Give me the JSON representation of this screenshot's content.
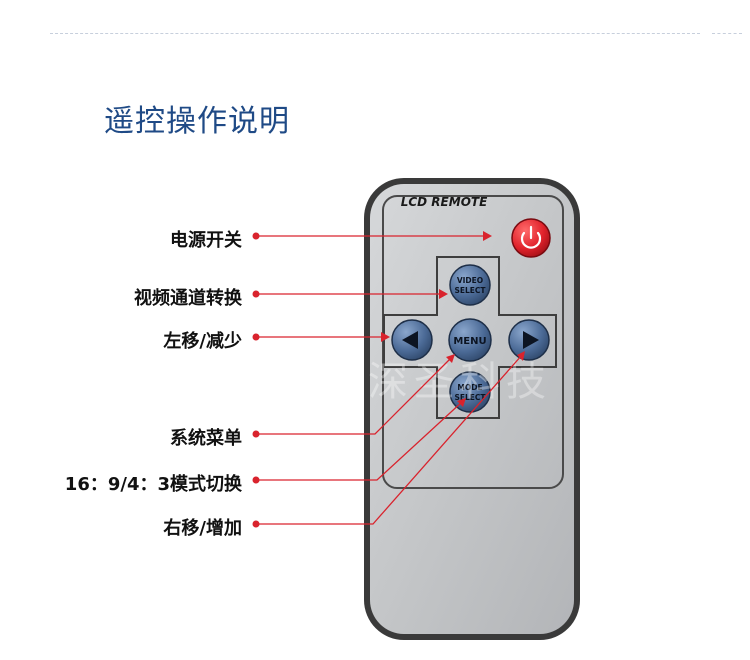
{
  "page": {
    "title": "遥控操作说明"
  },
  "remote": {
    "brand_label": "LCD REMOTE",
    "buttons": {
      "video_select": [
        "VIDEO",
        "SELECT"
      ],
      "menu": "MENU",
      "mode_select": [
        "MODE",
        "SELECT"
      ]
    },
    "watermark": "深圣科技"
  },
  "labels": {
    "power": "电源开关",
    "video": "视频通道转换",
    "left": "左移/减少",
    "menu": "系统菜单",
    "ratio": "16：9/4：3模式切换",
    "right": "右移/增加"
  },
  "colors": {
    "title": "#1f4a86",
    "accent_red": "#d9232d",
    "remote_body": "#3c3c3c",
    "face_silver": "#c9cbcd",
    "button_blue": "#4b6a96"
  }
}
